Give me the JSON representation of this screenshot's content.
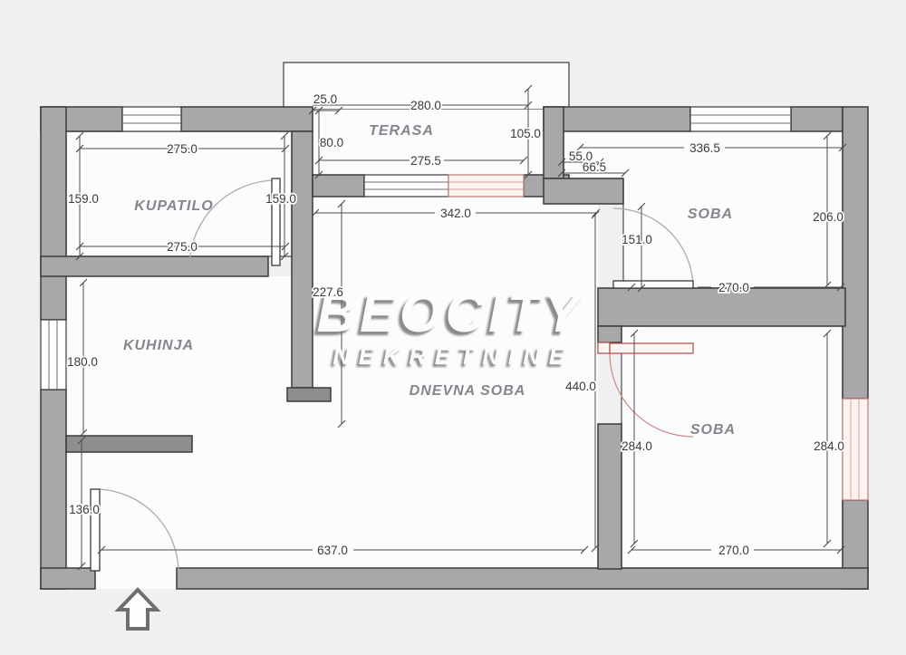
{
  "watermark": {
    "line1": "BEOCITY",
    "line2": "NEKRETNINE"
  },
  "rooms": {
    "kupatilo": {
      "label": "KUPATILO"
    },
    "terasa": {
      "label": "TERASA"
    },
    "kuhinja": {
      "label": "KUHINJA"
    },
    "dnevna": {
      "label": "DNEVNA SOBA"
    },
    "soba_top": {
      "label": "SOBA"
    },
    "soba_bottom": {
      "label": "SOBA"
    }
  },
  "dims": {
    "kupatilo_top": "275.0",
    "kupatilo_bottom": "275.0",
    "kupatilo_left": "159.0",
    "kupatilo_right": "159.0",
    "terasa_inset": "25.0",
    "terasa_top": "280.0",
    "terasa_left": "80.0",
    "terasa_right": "105.0",
    "terasa_bottom": "275.5",
    "dnevna_top": "342.0",
    "dnevna_left": "227.6",
    "dnevna_right": "440.0",
    "bottom_total": "637.0",
    "kuhinja_left": "180.0",
    "hall_left": "136.0",
    "soba_top_width": "336.5",
    "soba_top_niche_a": "55.0",
    "soba_top_niche_b": "66.5",
    "soba_top_right": "206.0",
    "soba_top_door": "151.0",
    "soba_top_bottom": "270.0",
    "soba_bottom_left": "284.0",
    "soba_bottom_right": "284.0",
    "soba_bottom_bottom": "270.0"
  },
  "colors": {
    "wall": "#a8a8ab",
    "wall_dark": "#8e8e90",
    "red_accent": "#bb554f",
    "background": "#eef0f2",
    "floor": "#fbfcfd"
  }
}
